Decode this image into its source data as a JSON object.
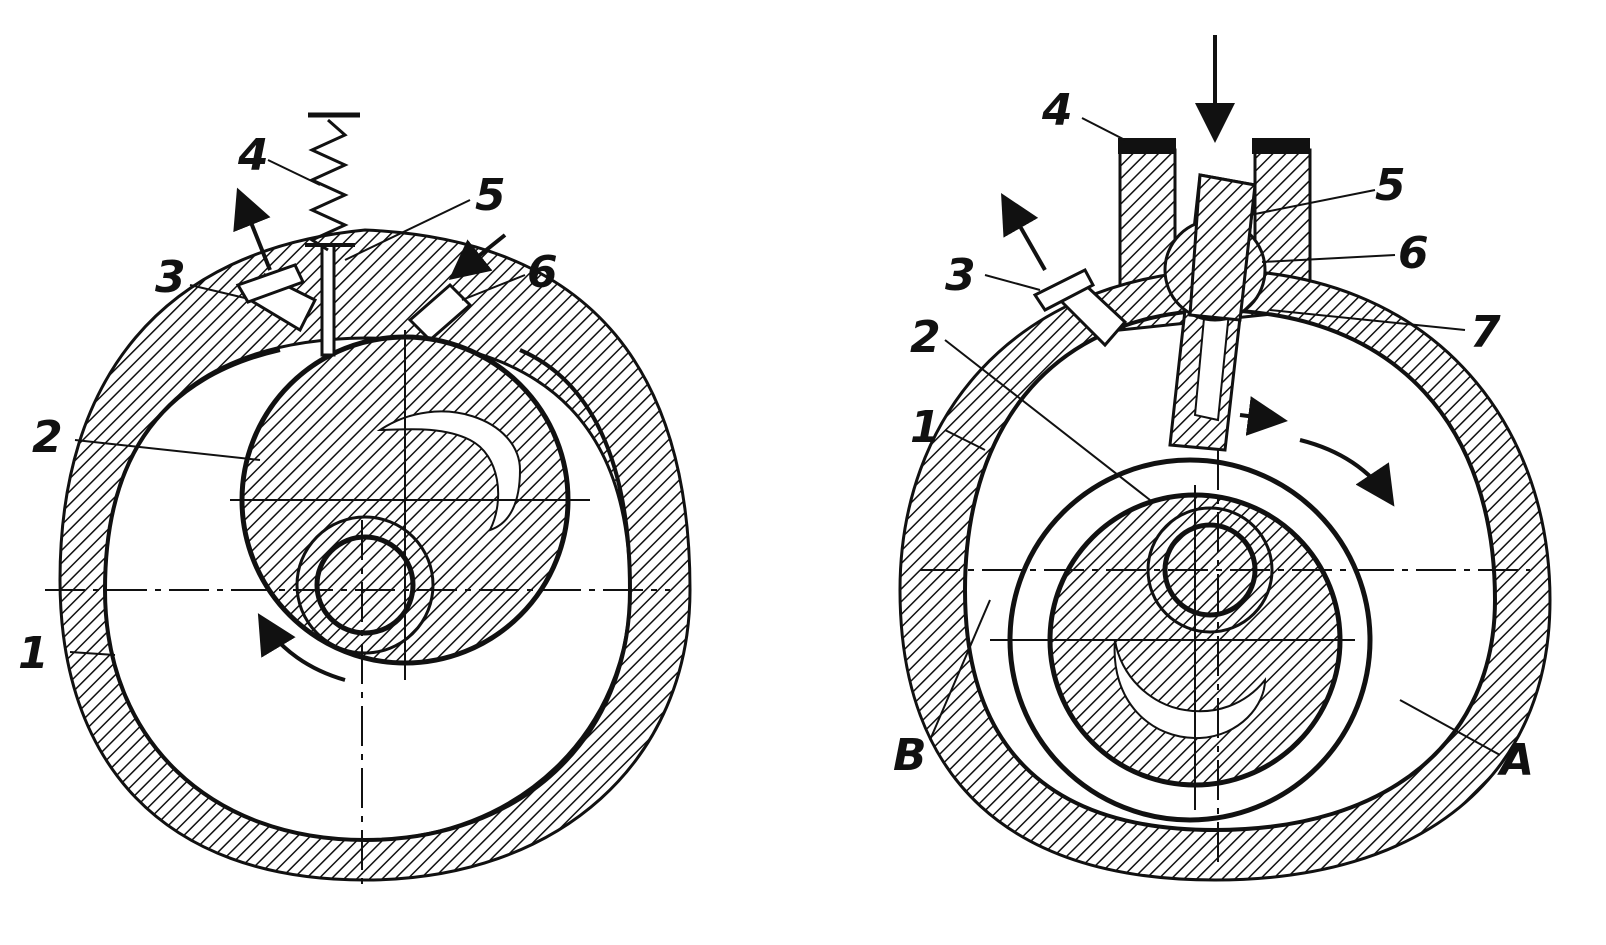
{
  "figure": {
    "colors": {
      "ink": "#111111",
      "paper": "#ffffff"
    },
    "pump_left": {
      "labels": {
        "housing": "1",
        "rotor": "2",
        "discharge_valve": "3",
        "spring": "4",
        "vane": "5",
        "inlet": "6"
      },
      "icons": [
        "arrow-up-left-icon",
        "arrow-down-left-icon",
        "arrow-curved-icon"
      ]
    },
    "pump_right": {
      "labels": {
        "housing": "1",
        "rotor": "2",
        "discharge_valve": "3",
        "inlet_port": "4",
        "slide_piston": "5",
        "hinge": "6",
        "seal": "7",
        "cavity_a": "A",
        "cavity_b": "B"
      },
      "icons": [
        "arrow-down-icon",
        "arrow-up-left-icon",
        "arrow-right-icon",
        "arrow-curved-icon"
      ]
    }
  }
}
